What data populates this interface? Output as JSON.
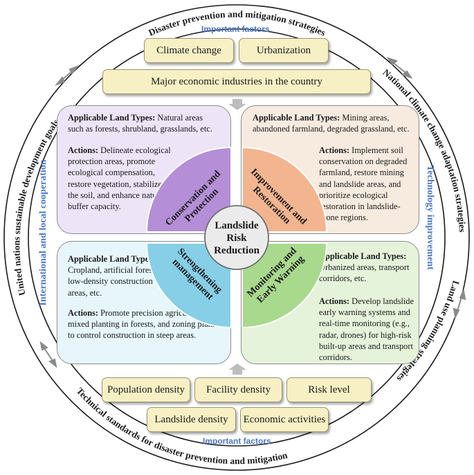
{
  "ring": {
    "top": "Disaster prevention and mitigation strategies",
    "right_upper": "National climate change adaptation strategies",
    "right_lower": "Land use planning strategies",
    "bottom": "Technical standards for disaster prevention and mitigation",
    "left": "United nations sustainable development goals"
  },
  "sides": {
    "left": "International and local cooperation",
    "right": "Technology improvement"
  },
  "top_factors": {
    "heading": "Important factors",
    "items": [
      "Climate change",
      "Urbanization"
    ],
    "wide": "Major economic industries in the country"
  },
  "bottom_factors": {
    "heading": "Important factors",
    "row1": [
      "Population density",
      "Facility density",
      "Risk level"
    ],
    "row2": [
      "Landslide density",
      "Economic activities"
    ]
  },
  "center": {
    "line1": "Landslide",
    "line2": "Risk",
    "line3": "Reduction"
  },
  "quadrants": {
    "tl": {
      "label_lines": [
        "Conservation and",
        "Protection"
      ],
      "types_label": "Applicable Land Types:",
      "types_text": " Natural areas such as forests, shrubland, grasslands, etc.",
      "actions_label": "Actions:",
      "actions_text": " Delineate ecological protection areas, promote ecological compensation, restore vegetation, stabilize the soil, and enhance natural buffer capacity."
    },
    "tr": {
      "label_lines": [
        "Improvement and",
        "Restoration"
      ],
      "types_label": "Applicable Land Types:",
      "types_text": " Mining areas, abandoned farmland, degraded grassland, etc.",
      "actions_label": "Actions:",
      "actions_text": " Implement soil conservation on degraded farmland, restore mining and landslide areas, and prioritize ecological restoration in landslide-prone regions."
    },
    "bl": {
      "label_lines": [
        "Strengthening",
        "management"
      ],
      "types_label": "Applicable Land Types:",
      "types_text": " Cropland, artificial forests, low-density construction areas, etc.",
      "actions_label": "Actions:",
      "actions_text": " Promote precision agriculture, mixed planting in forests, and zoning plans to control construction in steep areas."
    },
    "br": {
      "label_lines": [
        "Monitoring and",
        "Early Warning"
      ],
      "types_label": "Applicable Land Types:",
      "types_text": " Urbanized areas, transport corridors, etc.",
      "actions_label": "Actions:",
      "actions_text": " Develop landslide early warning systems and real-time monitoring (e.g., radar, drones) for high-risk built-up areas and transport corridors."
    }
  },
  "colors": {
    "tl_panel": "#ede4f7",
    "tl_wedge": "#b48ed6",
    "tr_panel": "#f7ebe0",
    "tr_wedge": "#f2b58f",
    "bl_panel": "#e6f6fb",
    "bl_wedge": "#86cfe6",
    "br_panel": "#e6f3db",
    "br_wedge": "#a9d98c",
    "factor_box": "#f7f0c4",
    "accent": "#4a78c4"
  }
}
